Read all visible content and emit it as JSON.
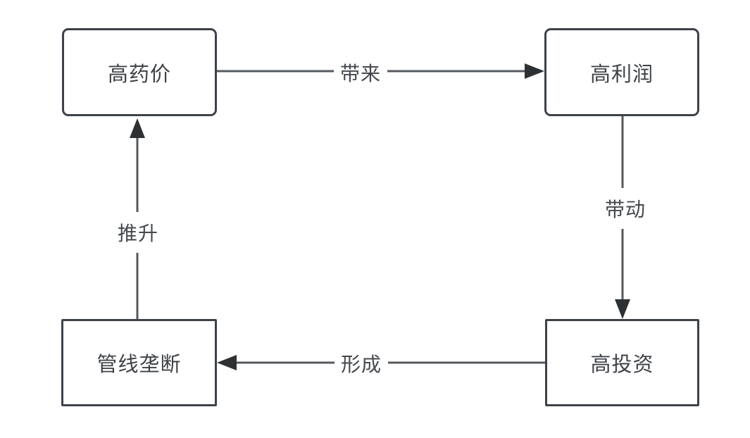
{
  "diagram": {
    "type": "cycle-flowchart",
    "background_color": "#ffffff",
    "node_border_color": "#3d4249",
    "edge_line_color": "#55595e",
    "arrowhead_color": "#2e3134",
    "text_color": "#3e4247",
    "nodes": [
      {
        "id": "high-drug-price",
        "label": "高药价",
        "shape": "rounded-rectangle"
      },
      {
        "id": "high-profit",
        "label": "高利润",
        "shape": "rounded-rectangle"
      },
      {
        "id": "pipeline-monopoly",
        "label": "管线垄断",
        "shape": "rectangle"
      },
      {
        "id": "high-investment",
        "label": "高投资",
        "shape": "rectangle"
      }
    ],
    "edges": [
      {
        "from": "high-drug-price",
        "to": "high-profit",
        "label": "带来",
        "direction": "right"
      },
      {
        "from": "high-profit",
        "to": "high-investment",
        "label": "带动",
        "direction": "down"
      },
      {
        "from": "high-investment",
        "to": "pipeline-monopoly",
        "label": "形成",
        "direction": "left"
      },
      {
        "from": "pipeline-monopoly",
        "to": "high-drug-price",
        "label": "推升",
        "direction": "up"
      }
    ]
  }
}
